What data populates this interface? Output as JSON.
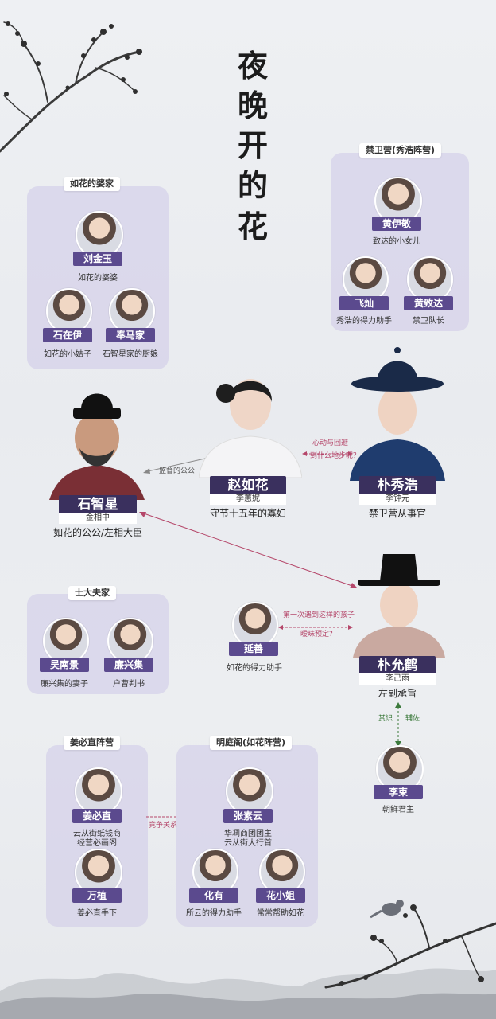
{
  "title": [
    "夜",
    "晚",
    "开",
    "的",
    "花"
  ],
  "groups": {
    "ruhua_family": "如花的婆家",
    "guards": "禁卫营(秀浩阵营)",
    "scholars": "士大夫家",
    "kang_camp": "姜必直阵营",
    "ming_camp": "明庭阁(如花阵营)"
  },
  "people": {
    "liu": {
      "name": "刘金玉",
      "role": "如花的婆婆"
    },
    "shi_zaiyi": {
      "name": "石在伊",
      "role": "如花的小姑子"
    },
    "feng_majia": {
      "name": "奉马家",
      "role": "石智星家的厨娘"
    },
    "huang_yijing": {
      "name": "黄伊敬",
      "role": "致达的小女儿"
    },
    "fei_can": {
      "name": "飞灿",
      "role": "秀浩的得力助手"
    },
    "huang_zhida": {
      "name": "黄致达",
      "role": "禁卫队长"
    },
    "shi_zhixing": {
      "name": "石智星",
      "actor": "金相中",
      "role": "如花的公公/左相大臣"
    },
    "zhao_ruhua": {
      "name": "赵如花",
      "actor": "李蕙妮",
      "role": "守节十五年的寡妇"
    },
    "park_xiuhao": {
      "name": "朴秀浩",
      "actor": "李钟元",
      "role": "禁卫营从事官"
    },
    "wu_nanjing": {
      "name": "吴南景",
      "role": "廉兴集的妻子"
    },
    "lian_xingji": {
      "name": "廉兴集",
      "role": "户曹判书"
    },
    "yan_shan": {
      "name": "延善",
      "role": "如花的得力助手"
    },
    "park_yunhe": {
      "name": "朴允鹤",
      "actor": "李己雨",
      "role": "左副承旨"
    },
    "li_shu": {
      "name": "李束",
      "role": "朝鲜君主"
    },
    "jiang_bizhi": {
      "name": "姜必直",
      "role1": "云从街纸钱商",
      "role2": "经营必画阁"
    },
    "wan_zhi": {
      "name": "万植",
      "role": "姜必直手下"
    },
    "zhang_suyun": {
      "name": "张素云",
      "role1": "华凋商团团主",
      "role2": "云从街大行首"
    },
    "hua_you": {
      "name": "化有",
      "role": "所云的得力助手"
    },
    "hua_xiaojie": {
      "name": "花小姐",
      "role": "常常帮助如花"
    }
  },
  "relations": {
    "shi_to_ruhua": "监督的公公",
    "ruhua_xiuhao_1": "心动与回避",
    "ruhua_xiuhao_2": "到什么地步呢？",
    "yanshan_yunhe_1": "第一次遇到这样的孩子",
    "yanshan_yunhe_2": "暧昧预定?",
    "yunhe_lishu_a": "赏识",
    "yunhe_lishu_b": "辅佐",
    "competition": "竞争关系"
  },
  "colors": {
    "accent": "#5b4a8e",
    "dark": "#3a305e",
    "group_bg": "#cdc8e8"
  }
}
